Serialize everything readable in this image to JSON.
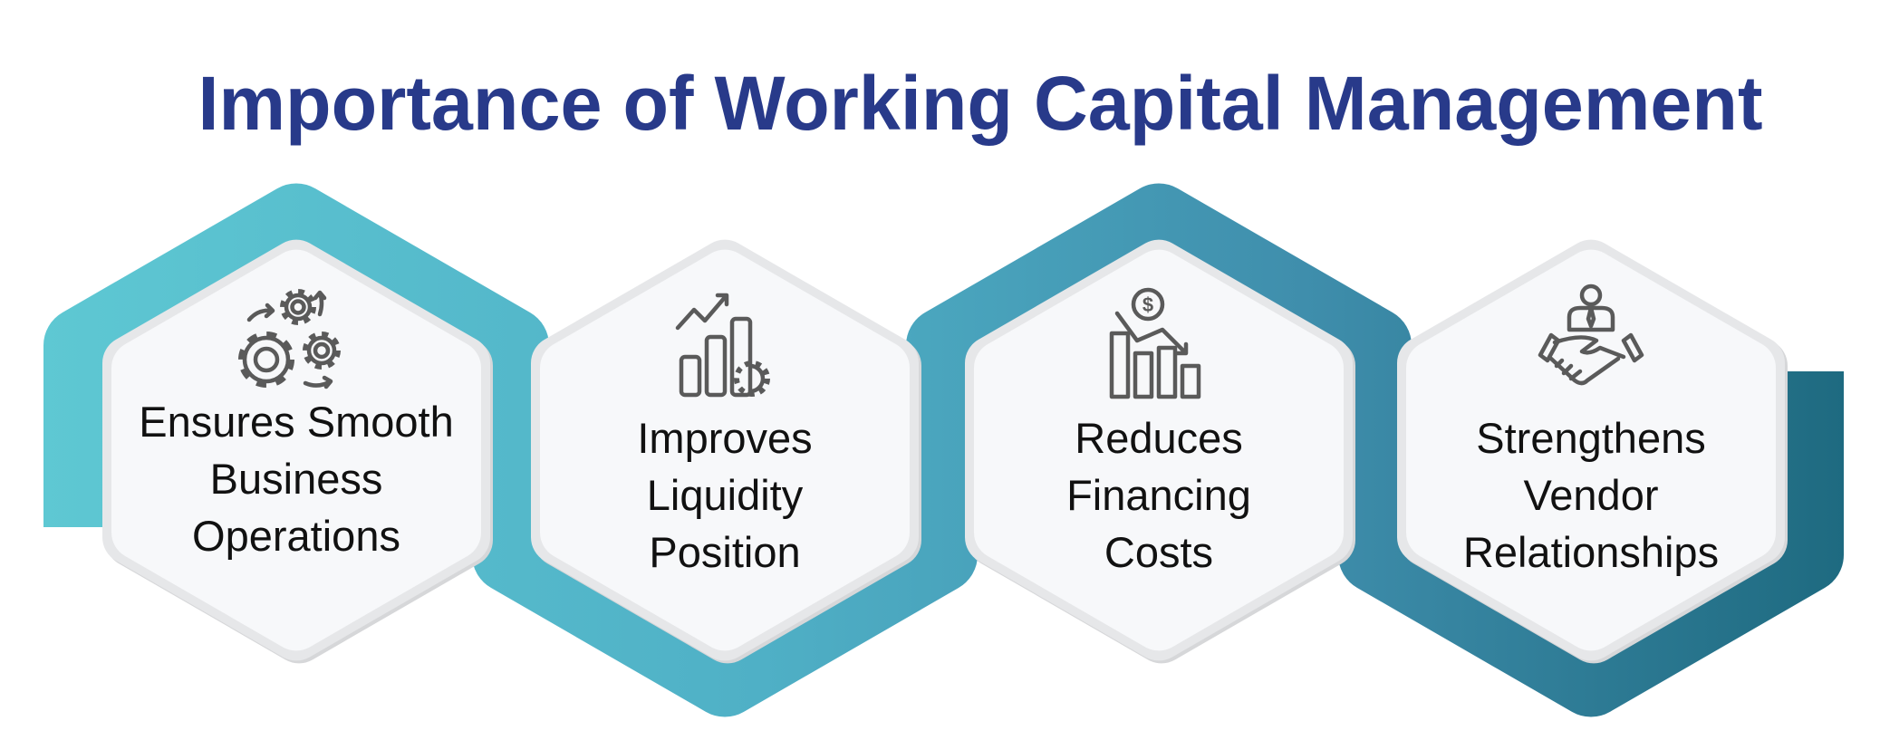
{
  "title": "Importance of Working Capital Management",
  "colors": {
    "title": "#283a8a",
    "band_start": "#5ec8d3",
    "band_mid": "#4aa6c1",
    "band_end": "#1e6a80",
    "card_fill": "#f7f8fa",
    "card_border": "#dddee0",
    "icon": "#5a5a5a"
  },
  "cards": [
    {
      "icon": "gears-cycle-icon",
      "lines": [
        "Ensures Smooth",
        "Business",
        "Operations"
      ]
    },
    {
      "icon": "growth-chart-gear-icon",
      "lines": [
        "Improves",
        "Liquidity",
        "Position"
      ]
    },
    {
      "icon": "cost-decline-chart-icon",
      "lines": [
        "Reduces",
        "Financing",
        "Costs"
      ]
    },
    {
      "icon": "handshake-person-icon",
      "lines": [
        "Strengthens",
        "Vendor",
        "Relationships"
      ]
    }
  ]
}
